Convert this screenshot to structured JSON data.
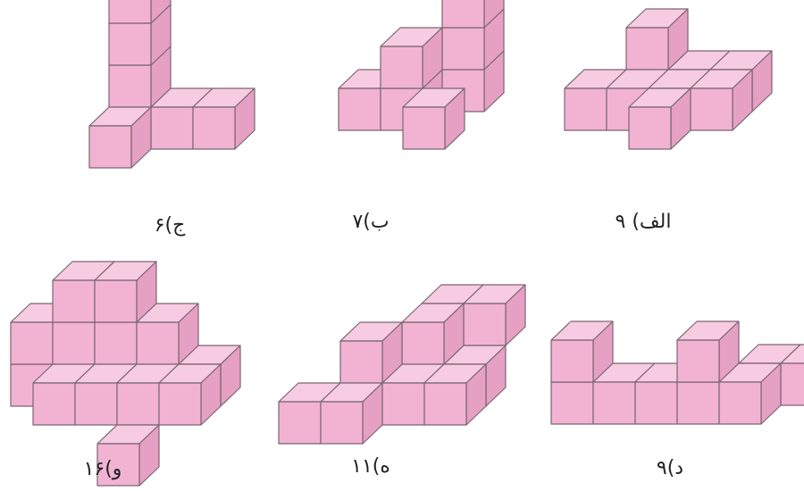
{
  "colors": {
    "front": "#F2B3D3",
    "top": "#F7CBE1",
    "side": "#E6A0C4",
    "edge": "#7A6670"
  },
  "figures": [
    {
      "id": "alef",
      "label": "الف) ۹"
    },
    {
      "id": "be",
      "label": "ب)۷"
    },
    {
      "id": "jim",
      "label": "ج)۶"
    },
    {
      "id": "dal",
      "label": "د)۹"
    },
    {
      "id": "he",
      "label": "ه)۱۱"
    },
    {
      "id": "vav",
      "label": "و)۱۶"
    }
  ]
}
